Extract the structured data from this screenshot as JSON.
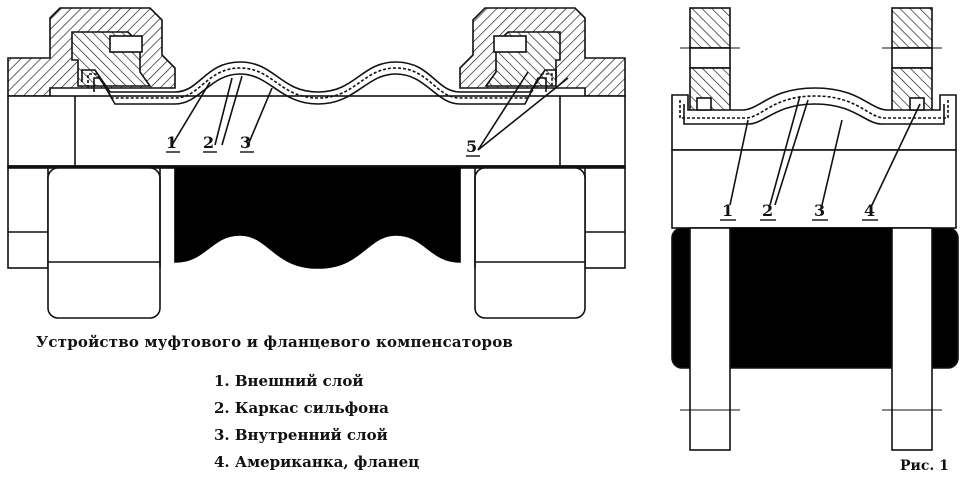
{
  "title": "Устройство муфтового и фланцевого компенсаторов",
  "legend": [
    "1. Внешний слой",
    "2. Каркас сильфона",
    "3. Внутренний слой",
    "4. Американка, фланец"
  ],
  "left_callouts": [
    "1",
    "2",
    "3",
    "5"
  ],
  "right_callouts": [
    "1",
    "2",
    "3",
    "4"
  ],
  "corner_text": "Рис. 1",
  "colors": {
    "ink": "#111111",
    "background": "#ffffff",
    "fill": "#000000"
  }
}
